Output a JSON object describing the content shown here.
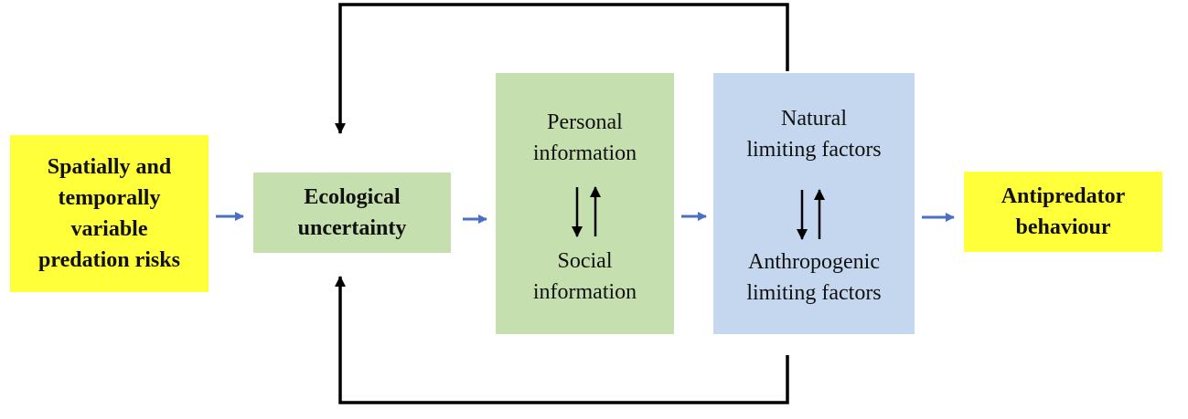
{
  "diagram": {
    "predation_box": {
      "lines": [
        "Spatially and",
        "temporally",
        "variable",
        "predation risks"
      ],
      "color": "#ffff3a"
    },
    "uncertainty_box": {
      "lines": [
        "Ecological",
        "uncertainty"
      ],
      "color": "#c5dfae"
    },
    "information_box": {
      "top_lines": [
        "Personal",
        "information"
      ],
      "bottom_lines": [
        "Social",
        "information"
      ],
      "color": "#c5dfae"
    },
    "limiting_box": {
      "top_lines": [
        "Natural",
        "limiting factors"
      ],
      "bottom_lines": [
        "Anthropogenic",
        "limiting factors"
      ],
      "color": "#c4d7ef"
    },
    "antipredator_box": {
      "lines": [
        "Antipredator",
        "behaviour"
      ],
      "color": "#ffff3a"
    },
    "flow_arrow_color": "#4a6fc4",
    "feedback_line_color": "#000000"
  }
}
